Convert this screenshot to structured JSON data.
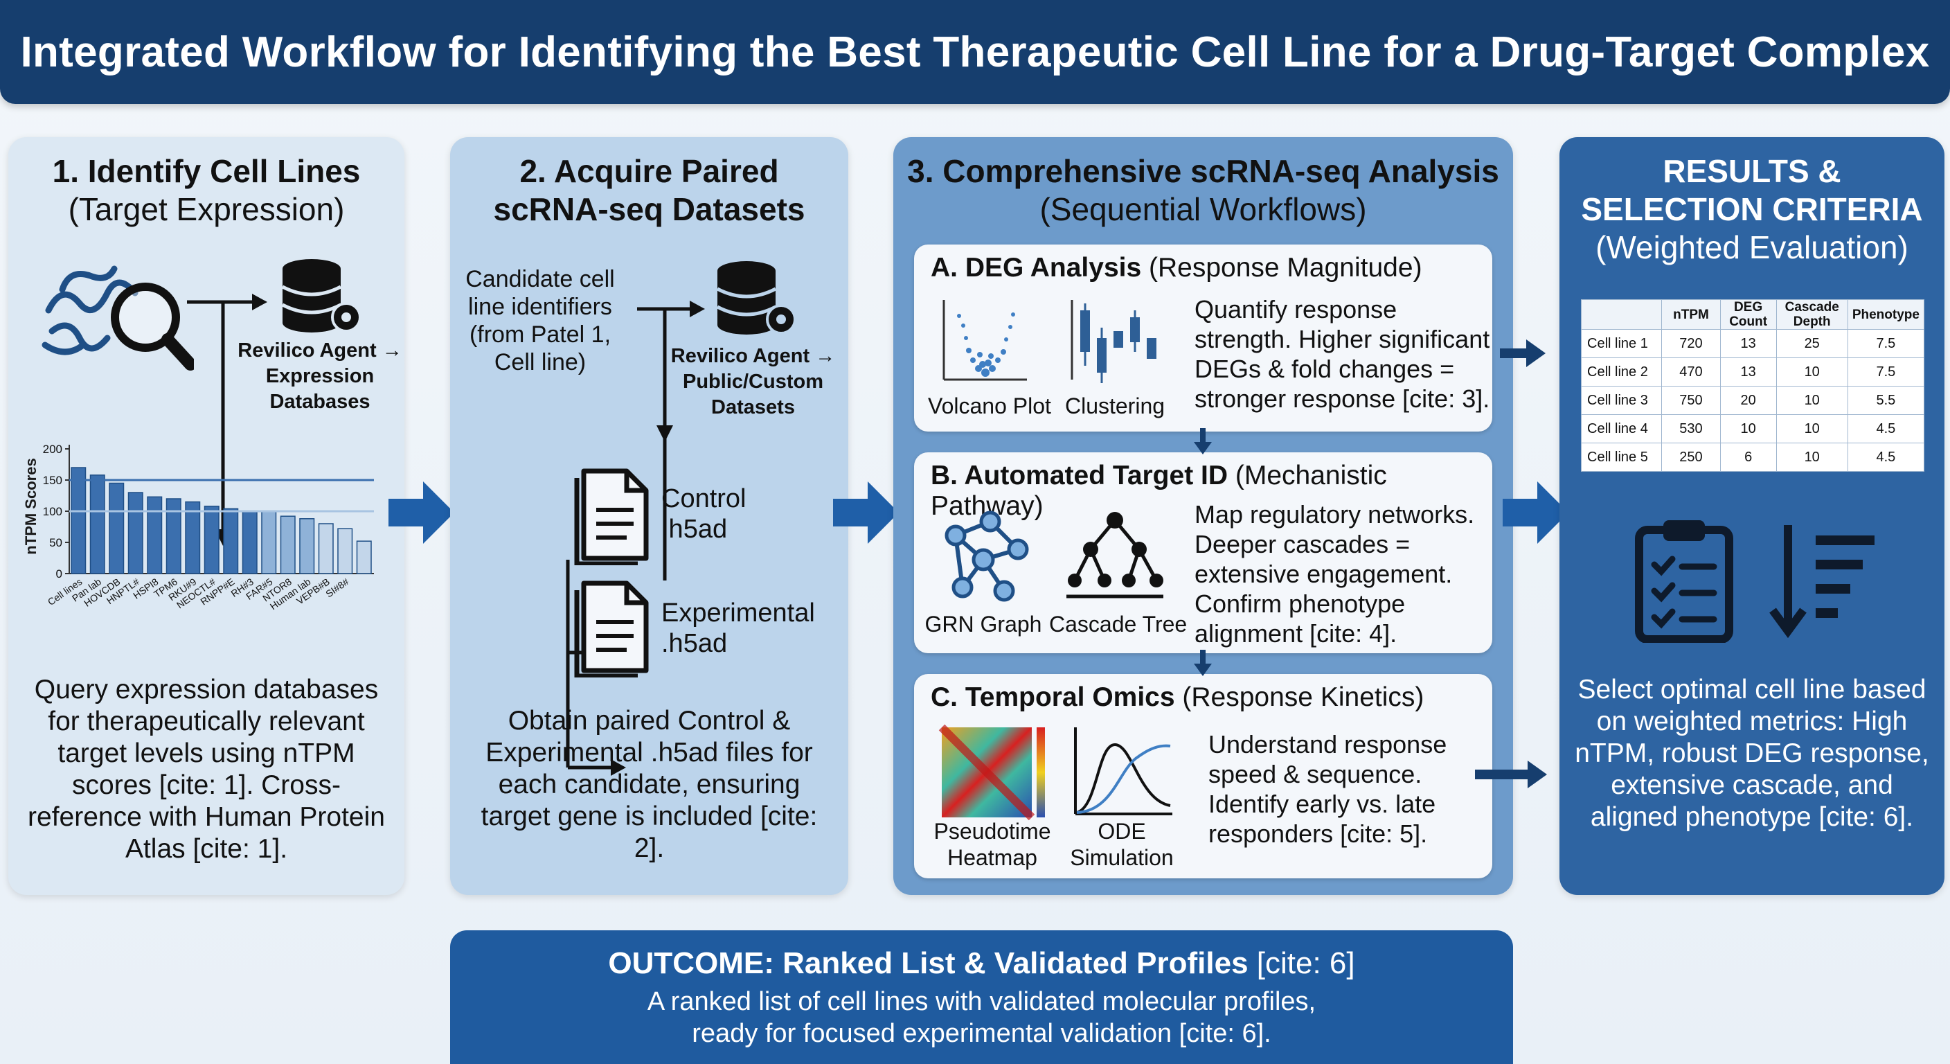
{
  "title": "Integrated Workflow for Identifying the Best Therapeutic Cell Line for a Drug-Target Complex",
  "panel1": {
    "title": "1. Identify Cell Lines",
    "subtitle": "(Target Expression)",
    "agent_label": "Revilico Agent → Expression Databases",
    "chart_ylabel": "nTPM Scores",
    "description": "Query expression databases for therapeutically relevant target levels using nTPM scores [cite: 1]. Cross-reference with Human Protein Atlas [cite: 1]."
  },
  "panel2": {
    "title_line1": "2. Acquire Paired",
    "title_line2": "scRNA-seq Datasets",
    "candidate_label": "Candidate cell line identifiers (from Patel 1, Cell line)",
    "agent_label": "Revilico Agent → Public/Custom Datasets",
    "control_file": "Control .h5ad",
    "experimental_file": "Experimental .h5ad",
    "description": "Obtain paired Control & Experimental .h5ad files for each candidate, ensuring target gene is included [cite: 2]."
  },
  "panel3": {
    "title": "3. Comprehensive scRNA-seq Analysis",
    "subtitle": "(Sequential Workflows)",
    "sections": [
      {
        "title_bold": "A. DEG Analysis",
        "title_rest": "(Response Magnitude)",
        "icon1_label": "Volcano Plot",
        "icon2_label": "Clustering",
        "text": "Quantify response strength. Higher significant DEGs & fold changes = stronger response [cite: 3]."
      },
      {
        "title_bold": "B. Automated Target ID",
        "title_rest": "(Mechanistic Pathway)",
        "icon1_label": "GRN Graph",
        "icon2_label": "Cascade Tree",
        "text": "Map regulatory networks. Deeper cascades = extensive engagement. Confirm phenotype alignment [cite: 4]."
      },
      {
        "title_bold": "C. Temporal Omics",
        "title_rest": "(Response Kinetics)",
        "icon1_label": "Pseudotime Heatmap",
        "icon2_label": "ODE Simulation",
        "text": "Understand response speed & sequence. Identify early vs. late responders [cite: 5]."
      }
    ]
  },
  "panel4": {
    "title_line1": "RESULTS &",
    "title_line2": "SELECTION CRITERIA",
    "subtitle": "(Weighted Evaluation)",
    "table": {
      "headers": [
        "",
        "nTPM",
        "DEG Count",
        "Cascade Depth",
        "Phenotype"
      ],
      "rows": [
        [
          "Cell line 1",
          "720",
          "13",
          "25",
          "7.5"
        ],
        [
          "Cell line 2",
          "470",
          "13",
          "10",
          "7.5"
        ],
        [
          "Cell line 3",
          "750",
          "20",
          "10",
          "5.5"
        ],
        [
          "Cell line 4",
          "530",
          "10",
          "10",
          "4.5"
        ],
        [
          "Cell line 5",
          "250",
          "6",
          "10",
          "4.5"
        ]
      ]
    },
    "description": "Select optimal cell line based on weighted metrics: High nTPM, robust DEG response, extensive cascade, and aligned phenotype [cite: 6]."
  },
  "outcome": {
    "title_bold": "OUTCOME: Ranked List & Validated Profiles",
    "title_cite": "[cite: 6]",
    "line1": "A ranked list of cell lines with validated molecular profiles,",
    "line2": "ready for focused experimental validation [cite: 6]."
  },
  "chart_data": {
    "type": "bar",
    "ylabel": "nTPM Scores",
    "ylim": [
      0,
      200
    ],
    "yticks": [
      0,
      50,
      100,
      150,
      200
    ],
    "reference_lines": [
      150,
      100
    ],
    "tick_labels": [
      "Cell lines",
      "Pan lab",
      "HOVCDB",
      "HNPTL#",
      "HSPI8",
      "TPM6",
      "RKU#9",
      "NEOCTL#",
      "RNPP#E",
      "RH#3",
      "FAR#5",
      "NTOR8",
      "Human lab",
      "VEPB#B",
      "SI#8#"
    ],
    "values": [
      170,
      158,
      145,
      130,
      123,
      120,
      115,
      108,
      104,
      100,
      100,
      92,
      88,
      80,
      72,
      52
    ]
  },
  "colors": {
    "banner": "#163e6e",
    "panel1": "#dce8f3",
    "panel2": "#bcd4eb",
    "panel3": "#6d9bcb",
    "panel4": "#2e64a2",
    "arrow": "#1f5fa8",
    "dark_arrow": "#163e6e"
  }
}
